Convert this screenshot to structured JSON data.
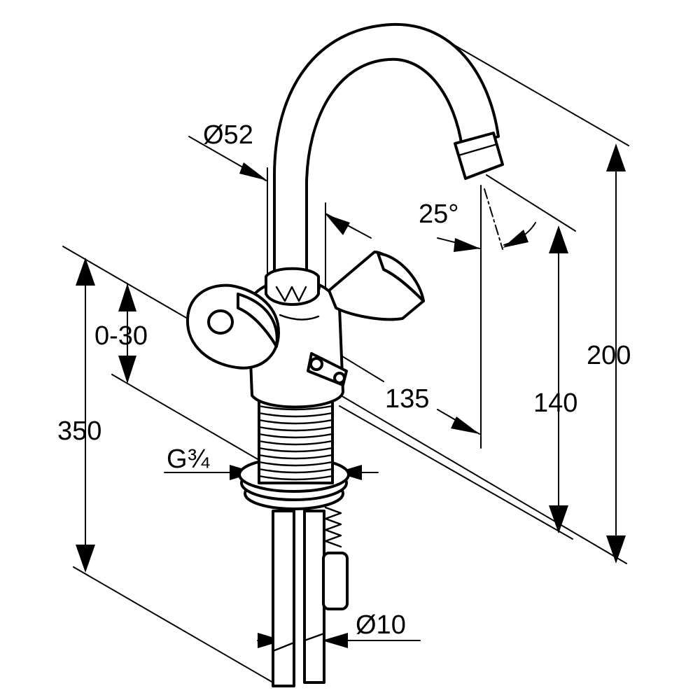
{
  "dimensions": {
    "dia_52": "Ø52",
    "angle": "25°",
    "range_0_30": "0-30",
    "len_135": "135",
    "height_350": "350",
    "height_140": "140",
    "height_200": "200",
    "thread": "G¾",
    "dia_10": "Ø10"
  },
  "colors": {
    "line": "#000000",
    "background": "#ffffff"
  }
}
